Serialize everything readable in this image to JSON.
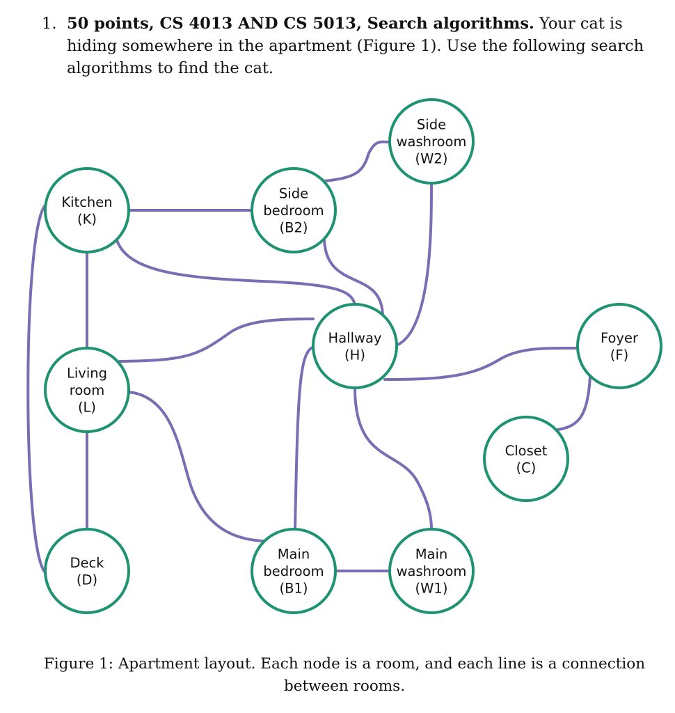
{
  "question": {
    "number": "1.",
    "heading": "50 points, CS 4013 AND CS 5013, Search algorithms.",
    "text": " Your cat is hiding somewhere in the apartment (Figure 1). Use the following search algorithms to find the cat."
  },
  "diagram": {
    "colors": {
      "edge": "#7b6db3",
      "node_stroke": "#1f9272",
      "node_fill": "#ffffff"
    },
    "nodes": [
      {
        "id": "W2",
        "lines": [
          "Side",
          "washroom",
          "(W2)"
        ]
      },
      {
        "id": "K",
        "lines": [
          "Kitchen",
          "(K)"
        ]
      },
      {
        "id": "B2",
        "lines": [
          "Side",
          "bedroom",
          "(B2)"
        ]
      },
      {
        "id": "H",
        "lines": [
          "Hallway",
          "(H)"
        ]
      },
      {
        "id": "F",
        "lines": [
          "Foyer",
          "(F)"
        ]
      },
      {
        "id": "L",
        "lines": [
          "Living",
          "room",
          "(L)"
        ]
      },
      {
        "id": "C",
        "lines": [
          "Closet",
          "(C)"
        ]
      },
      {
        "id": "D",
        "lines": [
          "Deck",
          "(D)"
        ]
      },
      {
        "id": "B1",
        "lines": [
          "Main",
          "bedroom",
          "(B1)"
        ]
      },
      {
        "id": "W1",
        "lines": [
          "Main",
          "washroom",
          "(W1)"
        ]
      }
    ],
    "edges": [
      [
        "K",
        "B2"
      ],
      [
        "K",
        "H"
      ],
      [
        "K",
        "L"
      ],
      [
        "K",
        "D"
      ],
      [
        "B2",
        "W2"
      ],
      [
        "B2",
        "H"
      ],
      [
        "W2",
        "H"
      ],
      [
        "L",
        "H"
      ],
      [
        "L",
        "D"
      ],
      [
        "L",
        "B1"
      ],
      [
        "H",
        "B1"
      ],
      [
        "H",
        "W1"
      ],
      [
        "H",
        "F"
      ],
      [
        "F",
        "C"
      ],
      [
        "B1",
        "W1"
      ]
    ]
  },
  "caption": {
    "line1": "Figure 1: Apartment layout. Each node is a room, and each line is a connection",
    "line2": "between rooms."
  }
}
